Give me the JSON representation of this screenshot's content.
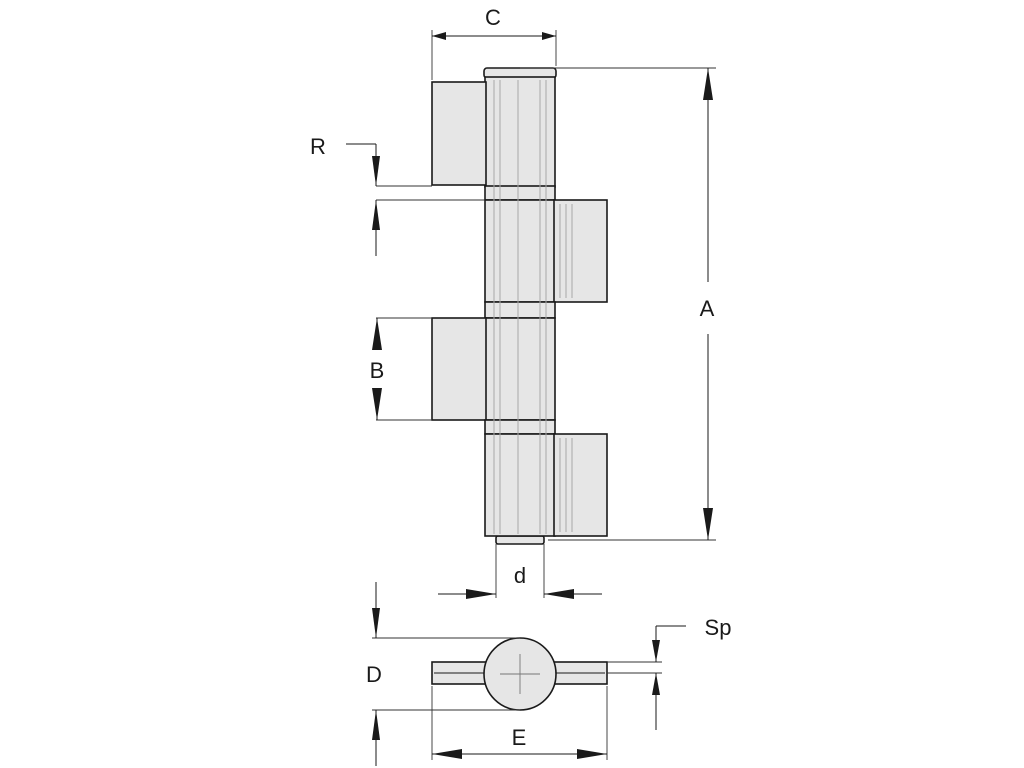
{
  "labels": {
    "A": "A",
    "B": "B",
    "C": "C",
    "D": "D",
    "E": "E",
    "R": "R",
    "d": "d",
    "Sp": "Sp"
  }
}
